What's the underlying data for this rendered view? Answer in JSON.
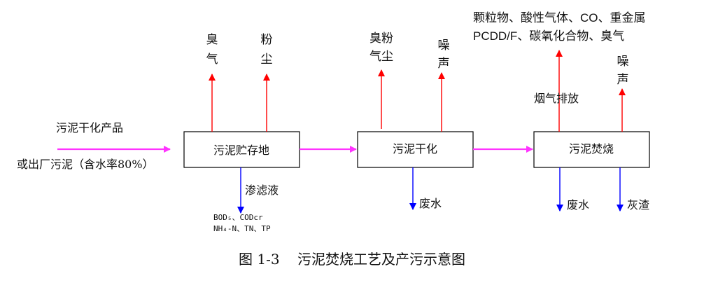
{
  "colors": {
    "emission": "#ff0000",
    "flow": "#ff33ff",
    "discharge": "#0000ff"
  },
  "input": {
    "line1": "污泥干化产品",
    "line2": "或出厂污泥（含水率80%）"
  },
  "boxes": {
    "storage": "污泥贮存地",
    "drying": "污泥干化",
    "incineration": "污泥焚烧"
  },
  "storage": {
    "odor": [
      "臭",
      "气"
    ],
    "dust": [
      "粉",
      "尘"
    ],
    "leachate": "渗滤液",
    "leachate_params": [
      "BOD₅、CODcr",
      "NH₄-N、TN、TP"
    ]
  },
  "drying": {
    "odor_dust": [
      "臭粉",
      "气尘"
    ],
    "noise": [
      "噪",
      "声"
    ],
    "wastewater": "废水"
  },
  "incineration": {
    "pollutants": [
      "颗粒物、酸性气体、CO、重金属",
      "PCDD/F、碳氧化合物、臭气"
    ],
    "flue_gas": "烟气排放",
    "noise": [
      "噪",
      "声"
    ],
    "wastewater": "废水",
    "ash": "灰渣"
  },
  "caption": "图 1-3    污泥焚烧工艺及产污示意图"
}
